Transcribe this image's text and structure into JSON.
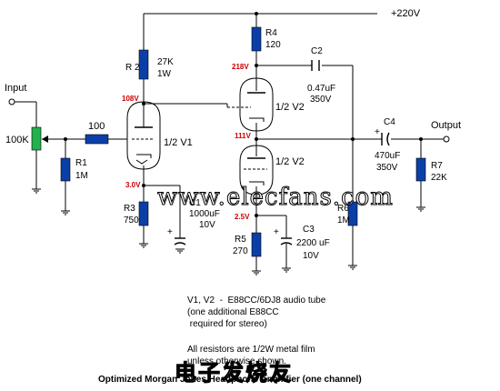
{
  "supply": {
    "label": "+220V"
  },
  "input": {
    "label": "Input",
    "pot": "100K"
  },
  "output": {
    "label": "Output"
  },
  "components": {
    "r_grid": "100",
    "r1": {
      "name": "R1",
      "value": "1M"
    },
    "r2": {
      "name": "R 2",
      "value": "27K",
      "power": "1W"
    },
    "r3": {
      "name": "R3",
      "value": "750"
    },
    "r4": {
      "name": "R4",
      "value": "120"
    },
    "r5": {
      "name": "R5",
      "value": "270"
    },
    "r6": {
      "name": "R6",
      "value": "1M"
    },
    "r7": {
      "name": "R7",
      "value": "22K"
    },
    "c1": {
      "name": "C1",
      "value": "1000uF",
      "voltage": "10V"
    },
    "c2": {
      "name": "C2",
      "value": "0.47uF",
      "voltage": "350V"
    },
    "c3": {
      "name": "C3",
      "value": "2200 uF",
      "voltage": "10V"
    },
    "c4": {
      "name": "C4",
      "value": "470uF",
      "voltage": "350V"
    }
  },
  "tubes": {
    "v1": "1/2 V1",
    "v2_top": "1/2 V2",
    "v2_bottom": "1/2 V2"
  },
  "voltages": {
    "v218": "218V",
    "v108": "108V",
    "v111": "111V",
    "v30": "3.0V",
    "v25": "2.5V"
  },
  "notes": {
    "tube": "V1, V2  -  E88CC/6DJ8 audio tube\n(one additional E88CC\n required for stereo)",
    "resistors": "All resistors are 1/2W metal film\nunless otherwise shown."
  },
  "title": "Optimized Morgan Jones Headphone Amplifier (one channel)",
  "watermark": {
    "url": "www.elecfans.com",
    "chinese": "电子发烧友"
  },
  "colors": {
    "resistor": "#0b3fa8",
    "pot": "#22b14c",
    "voltage": "#cc0000",
    "wire": "#000000"
  }
}
